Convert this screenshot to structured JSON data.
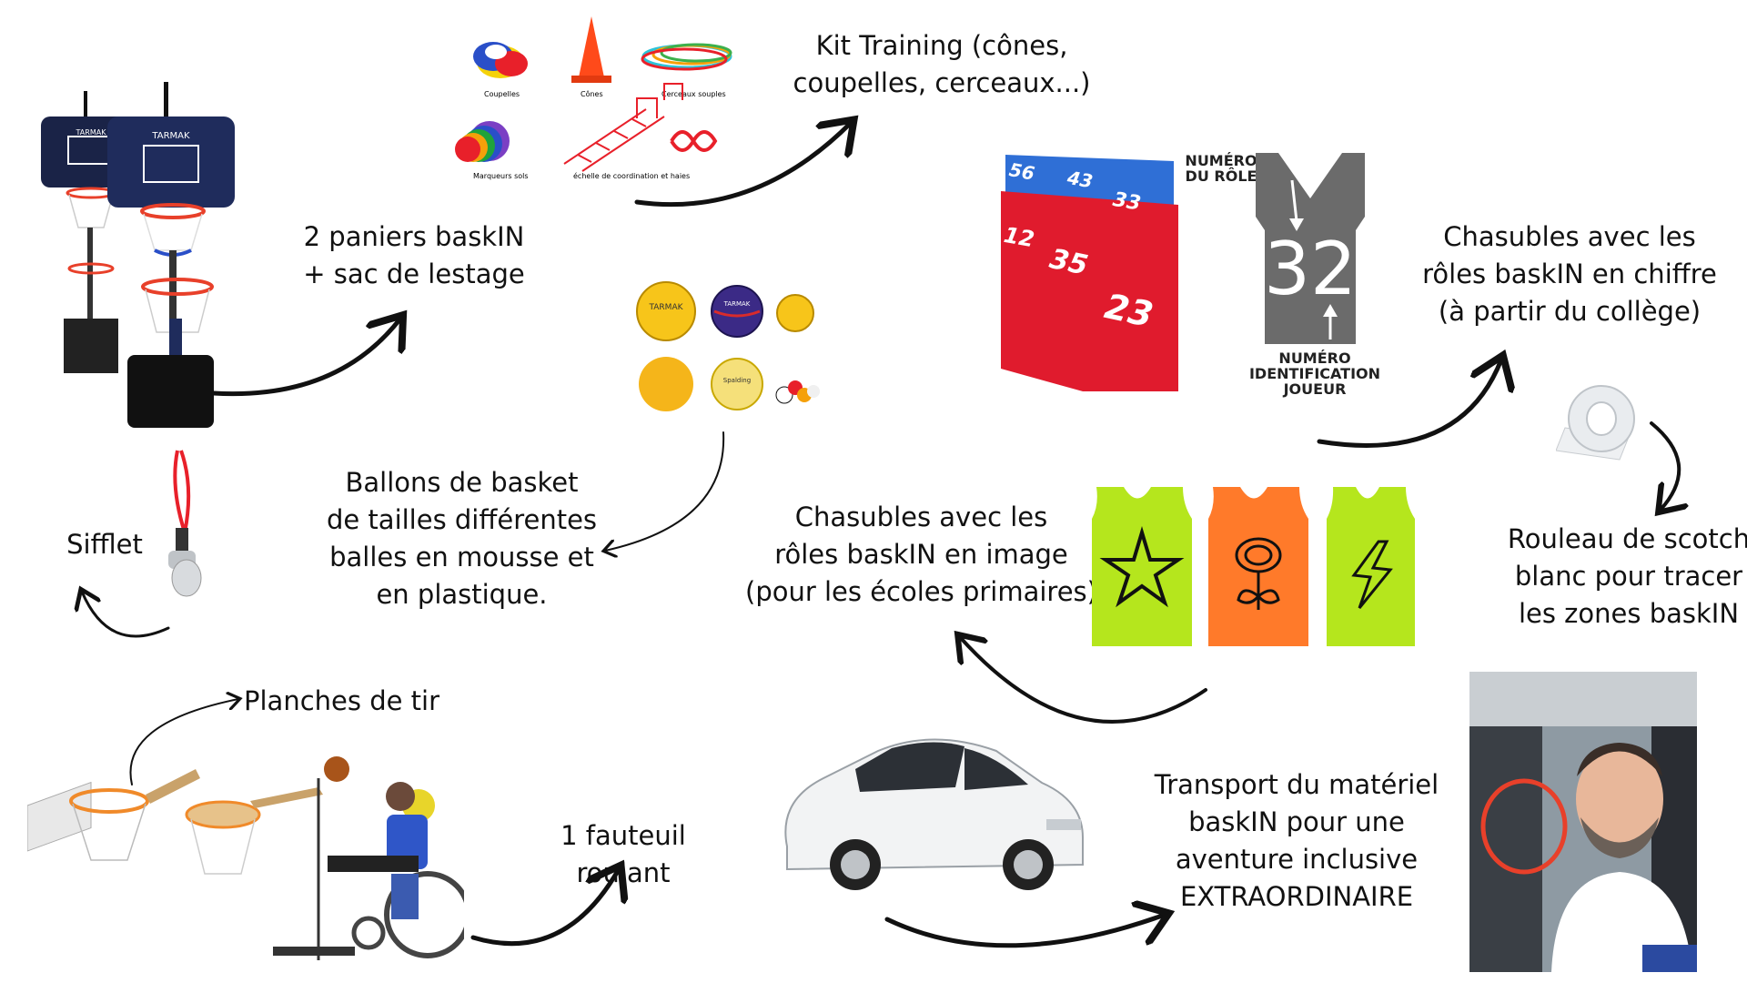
{
  "labels": {
    "kit_training": "Kit Training  (cônes,\ncoupelles, cerceaux...)",
    "paniers": "2 paniers baskIN\n+ sac de lestage",
    "ballons": "Ballons de basket\nde tailles différentes\nballes en mousse et\nen plastique.",
    "sifflet": "Sifflet",
    "planches": "Planches de tir",
    "fauteuil": "1 fauteuil roulant",
    "chasubles_image": "Chasubles avec les\nrôles baskIN en image\n(pour les écoles primaires)",
    "chasubles_chiffre": "Chasubles avec les\nrôles baskIN en chiffre\n(à partir du collège)",
    "scotch": "Rouleau de scotch\nblanc pour tracer\nles zones baskIN",
    "transport": "Transport du matériel\nbaskIN pour une\naventure inclusive\nEXTRAORDINAIRE"
  },
  "kit_items": {
    "coupelles": "Coupelles",
    "cones": "Cônes",
    "cerceaux": "Cerceaux souples",
    "marqueurs": "Marqueurs sols",
    "echelle": "échelle de coordination et haies"
  },
  "brands": {
    "tarmak": "TARMAK",
    "spalding": "Spalding"
  },
  "jersey_diagram": {
    "top_label": "NUMÉRO\nDU RÔLE",
    "number": "32",
    "bottom_label": "NUMÉRO\nIDENTIFICATION\nJOUEUR"
  },
  "jersey_numbers": [
    "56",
    "43",
    "33",
    "12",
    "35",
    "23"
  ],
  "colors": {
    "bib_green": "#b5e61d",
    "bib_orange": "#ff7a2a",
    "jersey_red": "#e01b2d",
    "jersey_blue": "#2f6fd6",
    "diagram_gray": "#6b6b6b"
  }
}
